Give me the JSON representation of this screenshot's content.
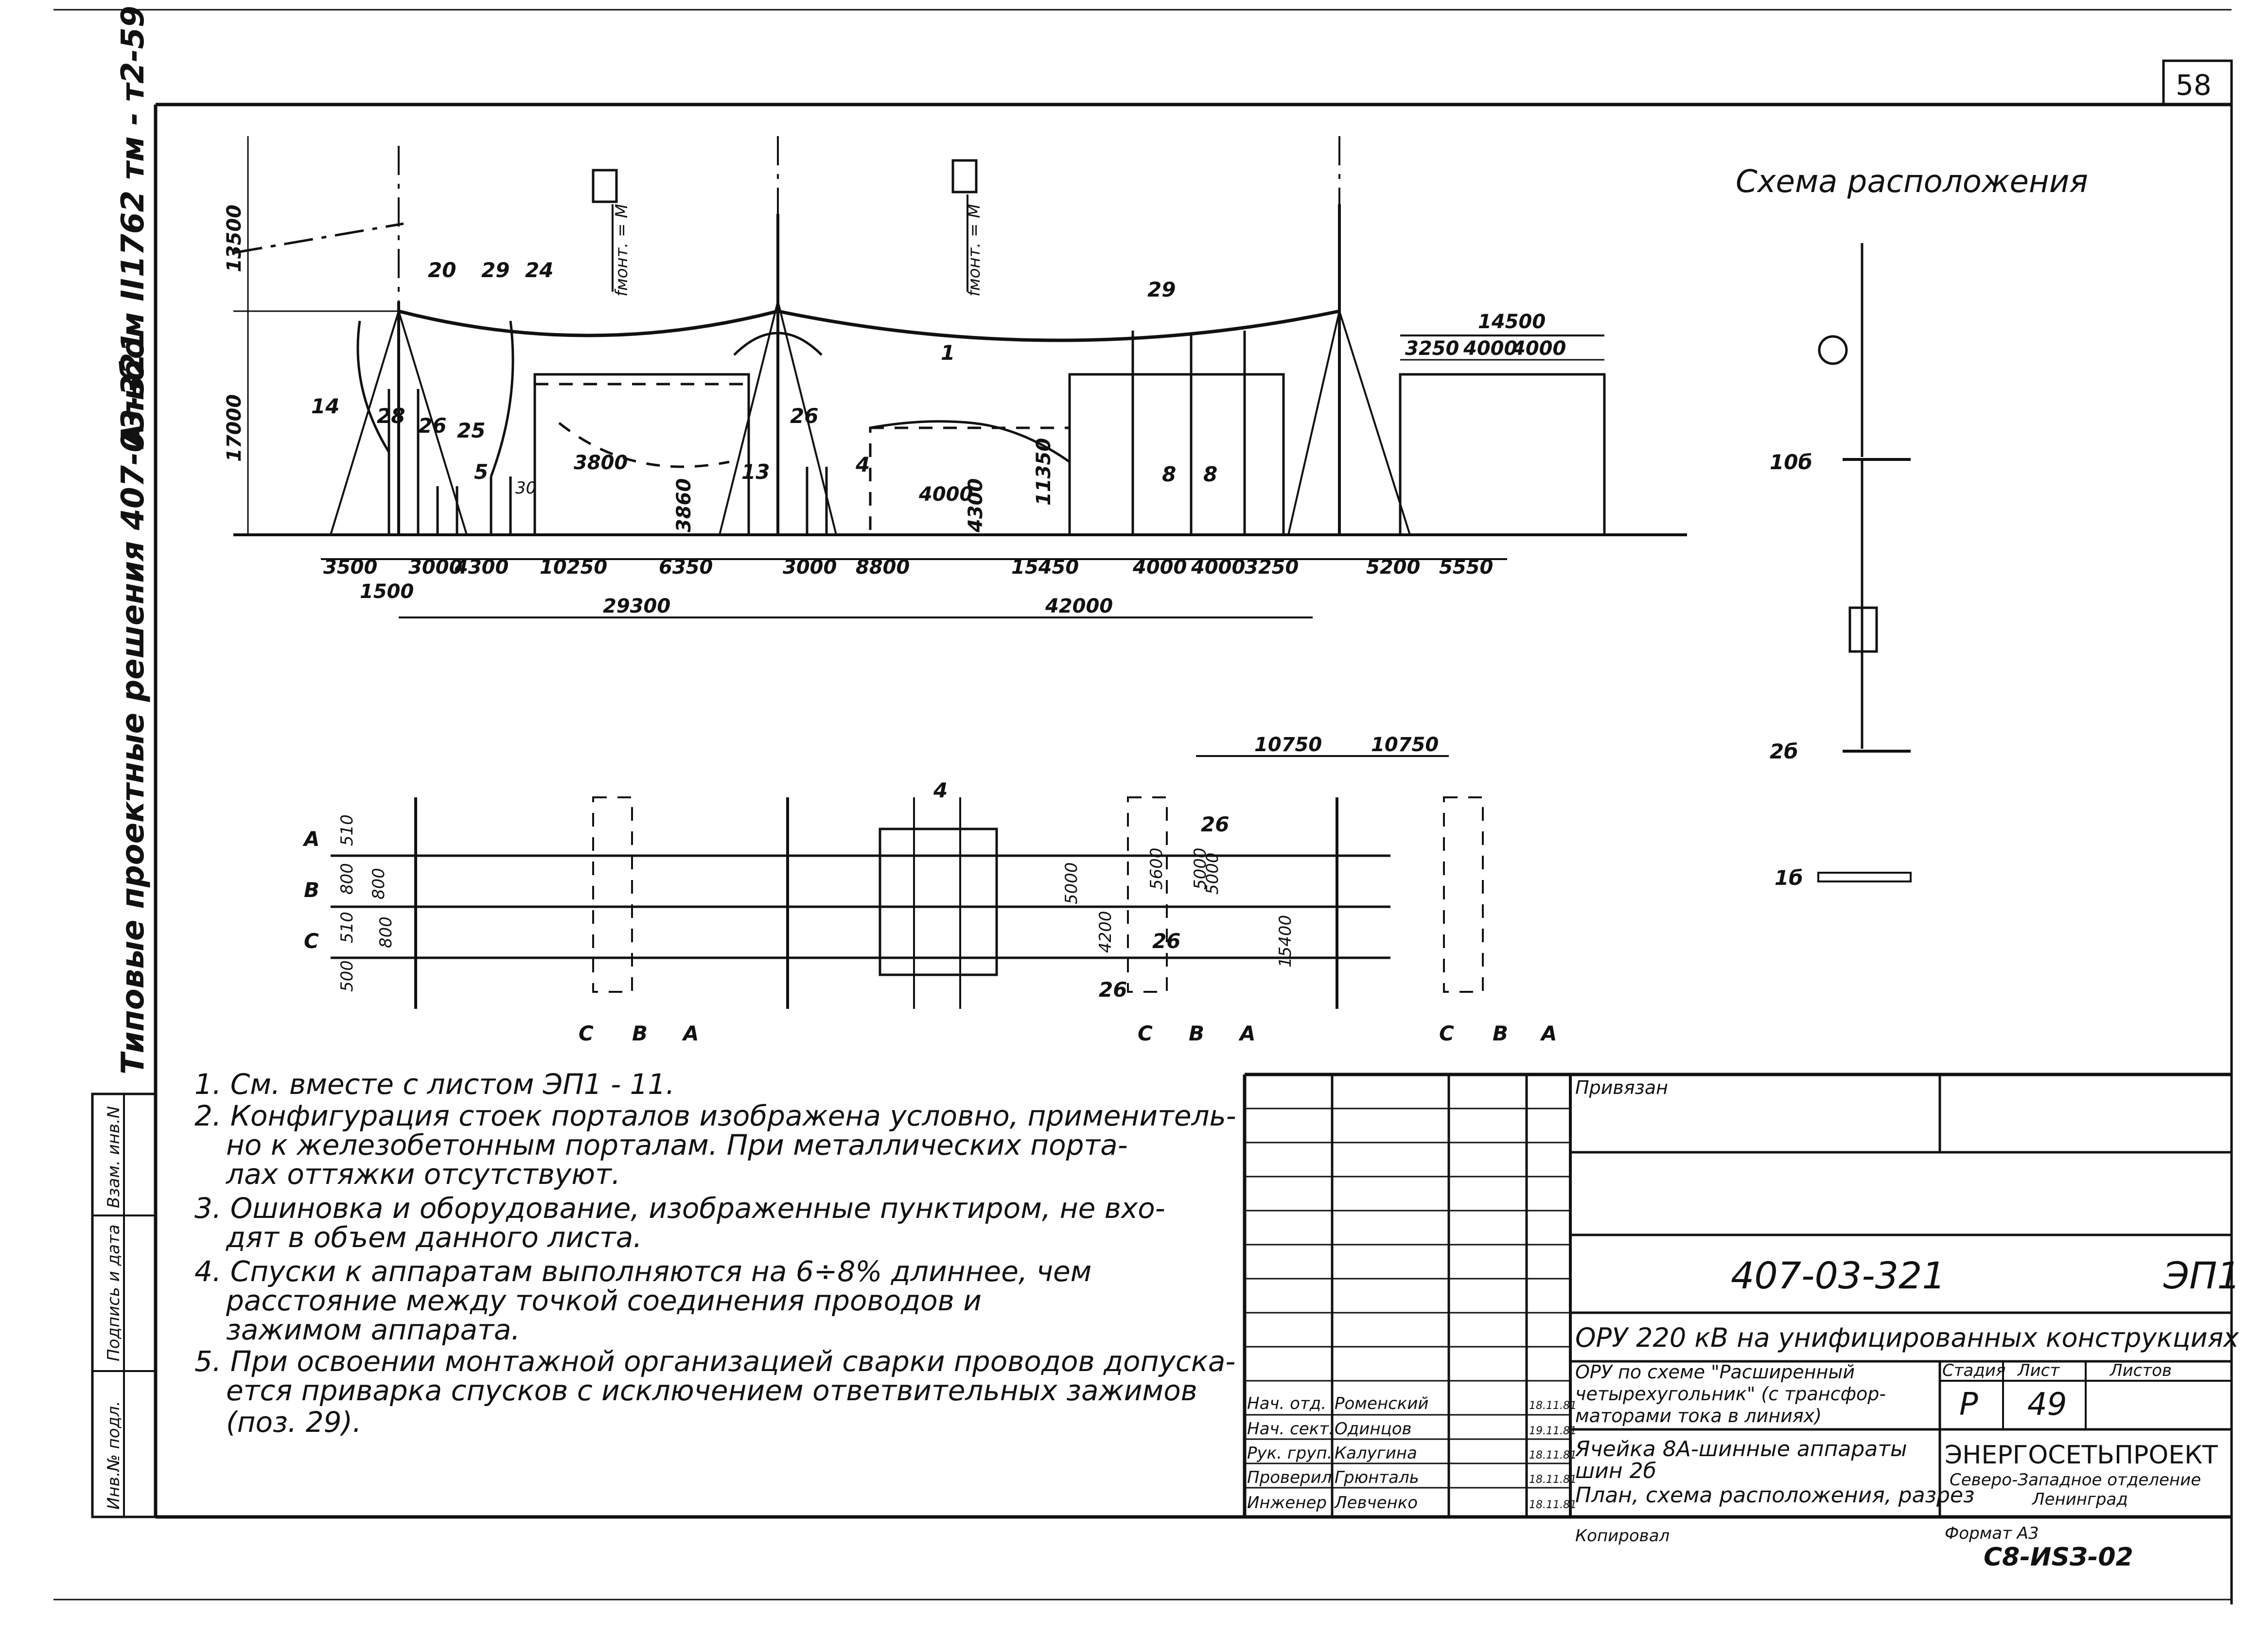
{
  "sheet_number": "58",
  "side_title": {
    "series": "Типовые проектные решения 407-03-321",
    "album": "Альбом II",
    "code": "1762 тм - т2-59"
  },
  "left_strip": [
    "Инв.№ подл.",
    "Подпись и дата",
    "Взам. инв.N"
  ],
  "schema": {
    "title": "Схема расположения",
    "labels": [
      "10б",
      "2б",
      "1б"
    ]
  },
  "section": {
    "top_dims": [
      "13500",
      "17000",
      "14500",
      "3250",
      "4000",
      "4000"
    ],
    "heights": [
      "3800",
      "3860",
      "4000",
      "4300",
      "11350"
    ],
    "bottom_dims": [
      "3500",
      "3000",
      "4300",
      "10250",
      "6350",
      "3000",
      "8800",
      "15450",
      "4000",
      "4000",
      "3250",
      "5200",
      "5550",
      "1500"
    ],
    "totals": [
      "29300",
      "42000"
    ],
    "fmont": "fмонт. = М",
    "positions": [
      "14",
      "28",
      "20",
      "29",
      "24",
      "26",
      "25",
      "5",
      "30",
      "13",
      "26",
      "4",
      "1",
      "29",
      "8",
      "8"
    ]
  },
  "plan": {
    "phases": [
      "А",
      "В",
      "С"
    ],
    "dims_top": [
      "10750",
      "10750"
    ],
    "left_dims": [
      "510",
      "800",
      "510",
      "500",
      "800",
      "800"
    ],
    "mid_dims": [
      "5000",
      "4200",
      "5000",
      "5600",
      "5000",
      "15400"
    ],
    "positions": [
      "4",
      "26",
      "26",
      "26"
    ],
    "phase_markers": [
      "С",
      "В",
      "А",
      "С",
      "В",
      "А",
      "С",
      "В",
      "А"
    ]
  },
  "notes": [
    "1. См. вместе с листом ЭП1 - 11.",
    "2. Конфигурация стоек порталов изображена условно, применитель-",
    "но к железобетонным порталам. При металлических порта-",
    "лах оттяжки отсутствуют.",
    "3. Ошиновка и оборудование, изображенные пунктиром, не вхо-",
    "дят в объем данного листа.",
    "4. Спуски к аппаратам выполняются на 6÷8% длиннее, чем",
    "расстояние между точкой соединения проводов и",
    "зажимом аппарата.",
    "5. При освоении монтажной организацией сварки проводов допуска-",
    "ется приварка спусков с исключением ответвительных зажимов",
    "(поз. 29)."
  ],
  "title_block": {
    "privyazan": "Привязан",
    "doc_number": "407-03-321",
    "sheet_code": "ЭП1",
    "object_title": "ОРУ 220 кВ на унифицированных конструкциях",
    "scheme_desc": [
      "ОРУ по схеме \"Расширенный",
      "четырехугольник\" (с трансфор-",
      "маторами тока в линиях)"
    ],
    "cell_desc": [
      "Ячейка 8А-шинные аппараты",
      "шин 2б",
      "План, схема расположения, разрез"
    ],
    "stage_label": "Стадия",
    "sheet_label": "Лист",
    "sheets_label": "Листов",
    "stage": "Р",
    "sheet": "49",
    "org_name": "ЭНЕРГОСЕТЬПРОЕКТ",
    "org_sub": [
      "Северо-Западное отделение",
      "Ленинград"
    ],
    "staff": [
      {
        "role": "Нач. отд.",
        "name": "Роменский",
        "date": "18.11.81"
      },
      {
        "role": "Нач. сект.",
        "name": "Одинцов",
        "date": "19.11.81"
      },
      {
        "role": "Рук. груп.",
        "name": "Калугина",
        "date": "18.11.81"
      },
      {
        "role": "Проверил",
        "name": "Грюнталь",
        "date": "18.11.81"
      },
      {
        "role": "Инженер",
        "name": "Левченко",
        "date": "18.11.81"
      }
    ],
    "copied_label": "Копировал",
    "format_label": "Формат А3",
    "stamp_code": "С8-ИSЗ-02"
  }
}
